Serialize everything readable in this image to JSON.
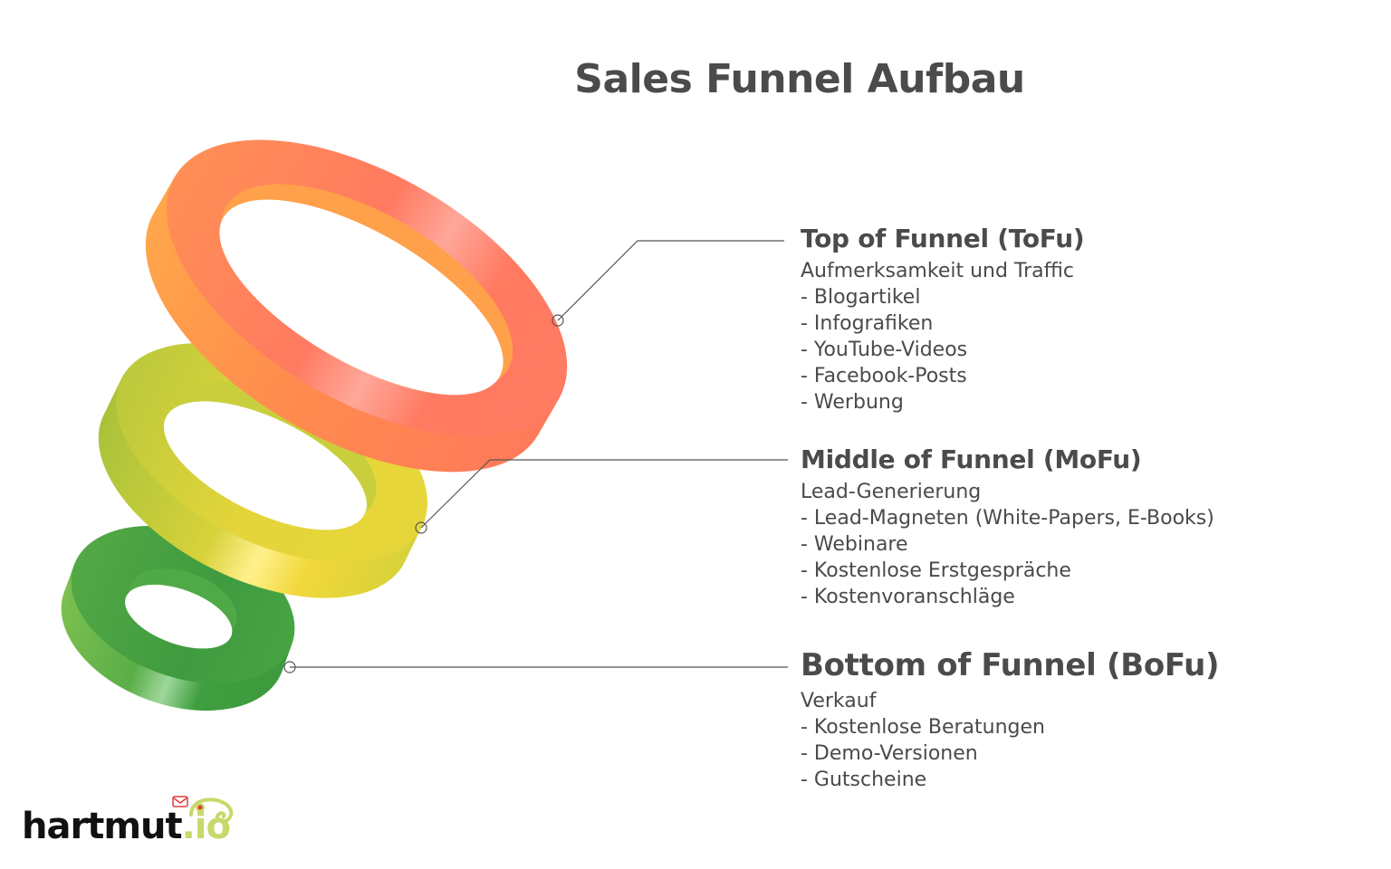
{
  "title": "Sales Funnel Aufbau",
  "colors": {
    "tofu_top": "#ff7a5c",
    "tofu_side": "#ffa14a",
    "mofu_top": "#e6d23a",
    "mofu_side": "#a9c23c",
    "bofu_top": "#3f9f3f",
    "bofu_side": "#7abf4f",
    "leader": "#555555",
    "logo_accent": "#c8d86a"
  },
  "stages": [
    {
      "heading": "Top of Funnel (ToFu)",
      "subtitle": "Aufmerksamkeit und Traffic",
      "items": [
        "- Blogartikel",
        "- Infografiken",
        "- YouTube-Videos",
        "- Facebook-Posts",
        "- Werbung"
      ]
    },
    {
      "heading": "Middle of Funnel (MoFu)",
      "subtitle": "Lead-Generierung",
      "items": [
        "- Lead-Magneten (White-Papers, E-Books)",
        "- Webinare",
        "- Kostenlose Erstgespräche",
        "- Kostenvoranschläge"
      ]
    },
    {
      "heading": "Bottom of Funnel (BoFu)",
      "subtitle": "Verkauf",
      "items": [
        "- Kostenlose Beratungen",
        "- Demo-Versionen",
        "- Gutscheine"
      ]
    }
  ],
  "logo": {
    "name": "hartmut",
    "tld": ".io",
    "icon": "chameleon-icon"
  }
}
